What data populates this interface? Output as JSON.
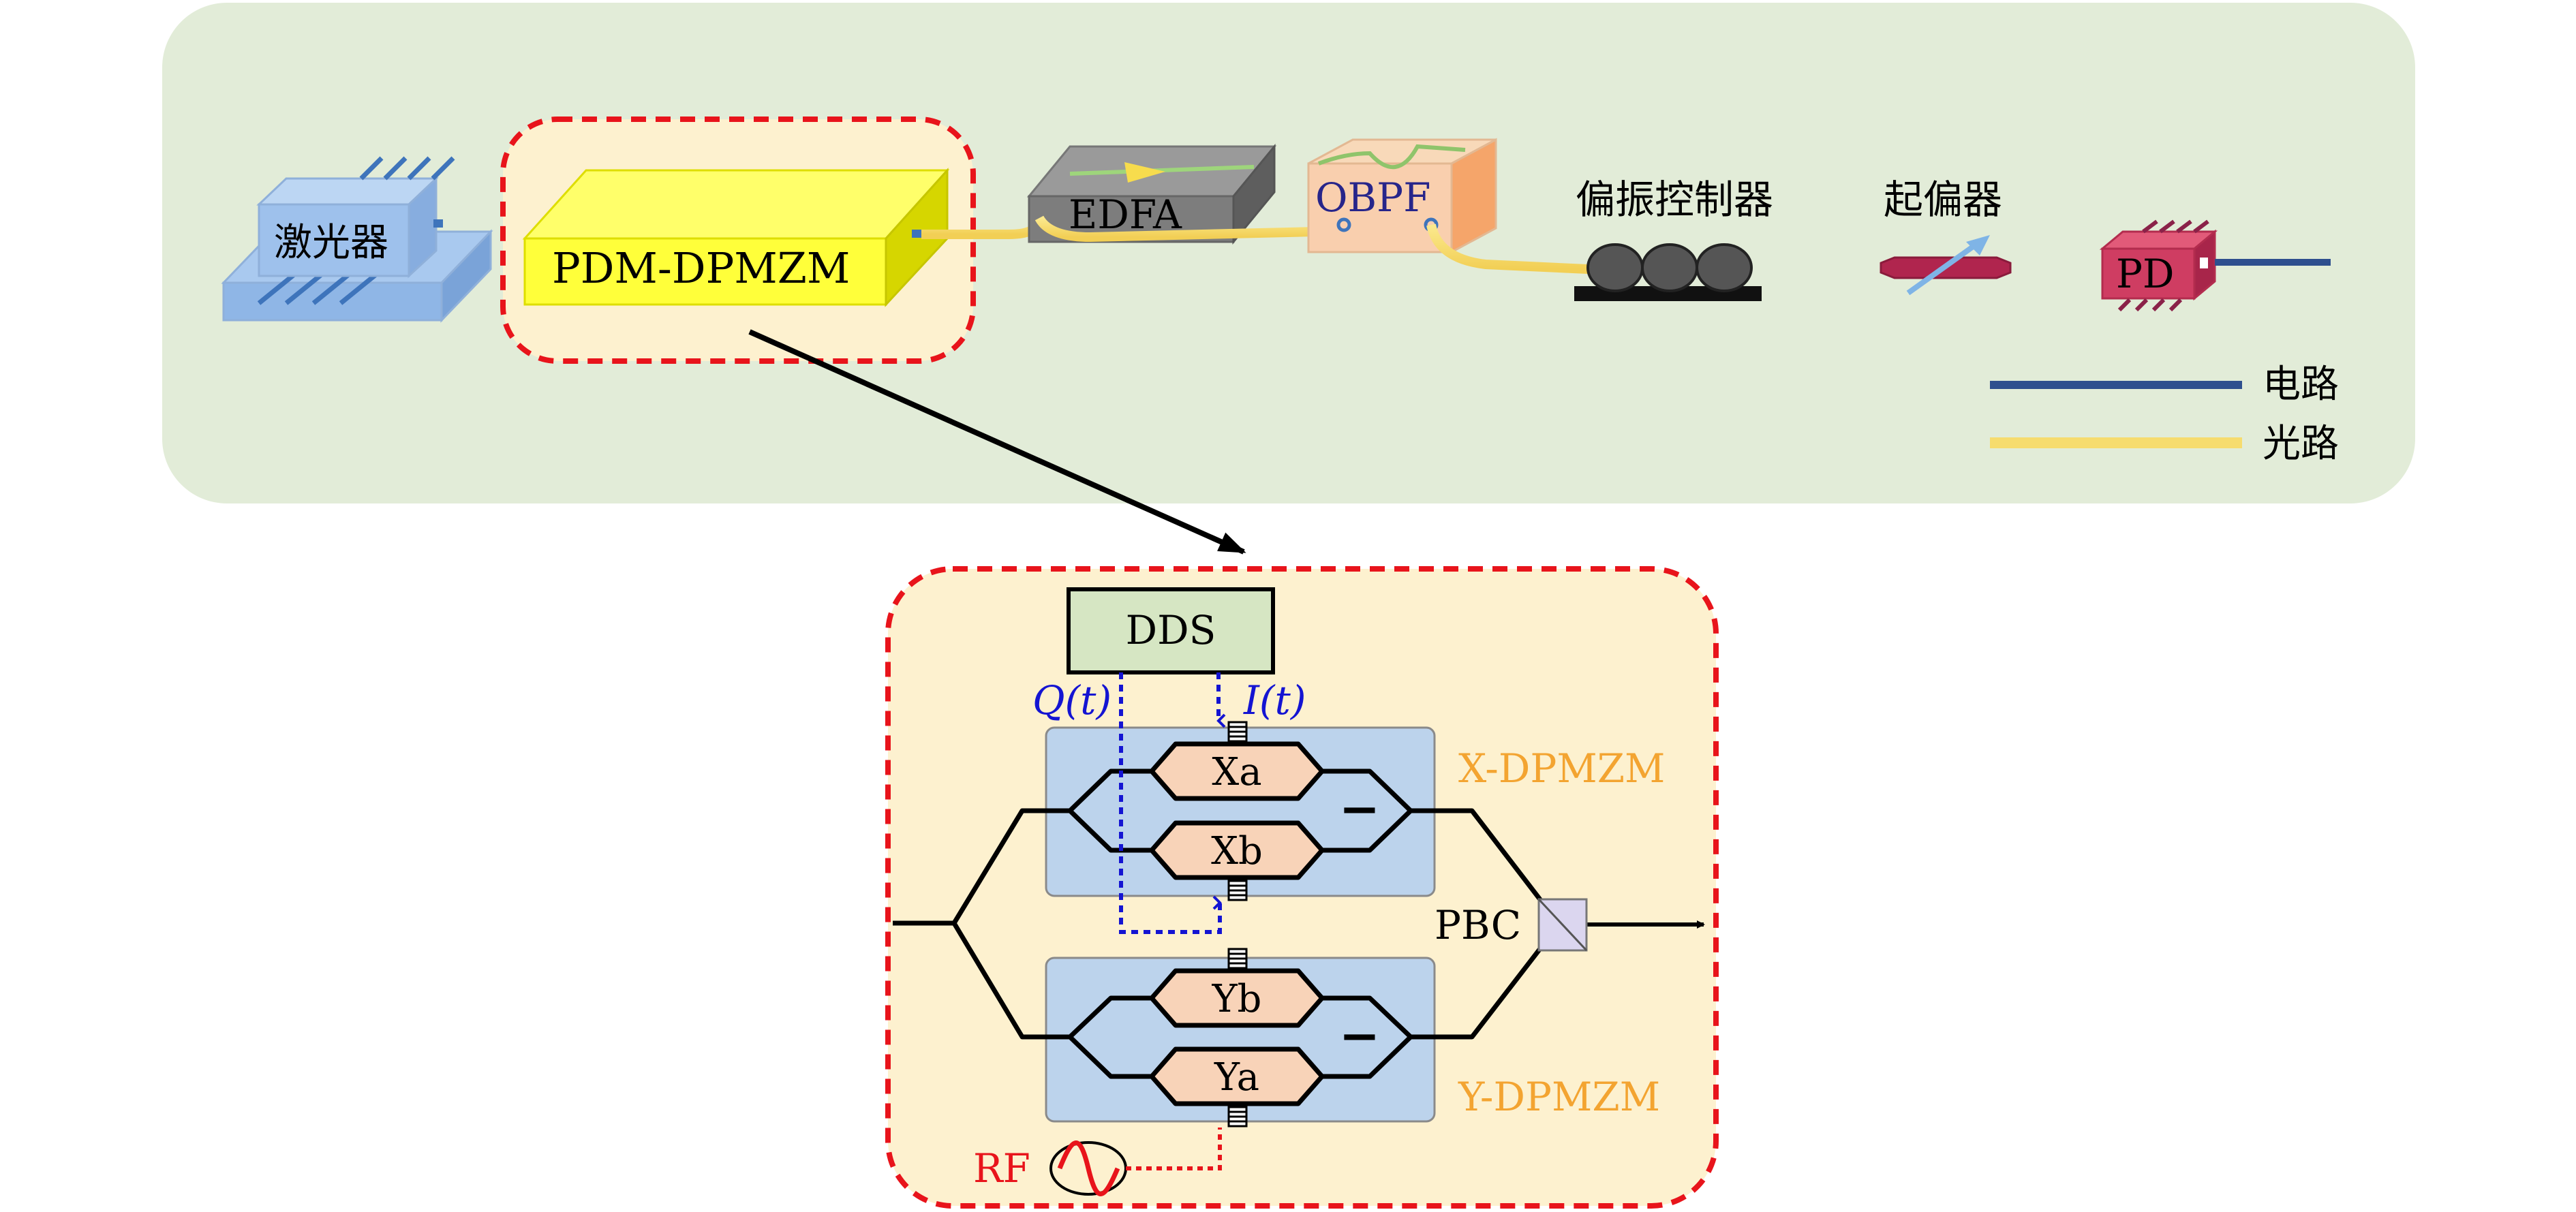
{
  "system": {
    "laser": "激光器",
    "modulator": "PDM-DPMZM",
    "amplifier": "EDFA",
    "filter": "OBPF",
    "polarization_controller": "偏振控制器",
    "polarizer": "起偏器",
    "photodetector": "PD"
  },
  "legend": {
    "electrical": "电路",
    "optical": "光路"
  },
  "detail": {
    "dds": "DDS",
    "q_signal": "Q(t)",
    "i_signal": "I(t)",
    "xa": "Xa",
    "xb": "Xb",
    "yb": "Yb",
    "ya": "Ya",
    "x_dpmzm": "X-DPMZM",
    "y_dpmzm": "Y-DPMZM",
    "pbc": "PBC",
    "rf": "RF",
    "minus_x": "−",
    "minus_y": "−"
  },
  "colors": {
    "top_panel": "#e2ecd8",
    "detail_panel": "#fdf1cf",
    "dashed_red": "#e8141b",
    "optical_fiber": "#f6dc6e",
    "electrical_line": "#2e4f8e",
    "dpmzm_box": "#bcd3ec",
    "arm_hexagon": "#f8d3b8",
    "dds_box": "#d6e6c3",
    "label_orange": "#f3a431",
    "signal_blue": "#1414d2",
    "modulator_yellow": "#ffff3a"
  }
}
